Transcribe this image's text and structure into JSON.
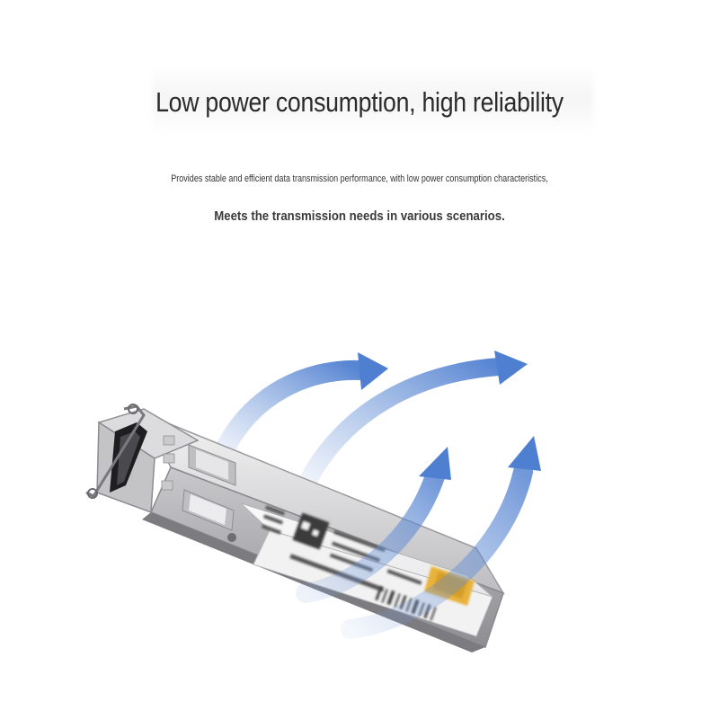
{
  "heading": {
    "title": "Low power consumption, high reliability",
    "description": "Provides stable and efficient data transmission performance, with low power consumption characteristics,",
    "tagline": "Meets the transmission needs in various scenarios."
  },
  "product": {
    "name": "sfp-module",
    "label_lines": [
      "P/N:",
      "PTLF",
      "S/N:"
    ],
    "accent_color": "#e8b23a",
    "arrow_color": "#6b8fd0"
  }
}
